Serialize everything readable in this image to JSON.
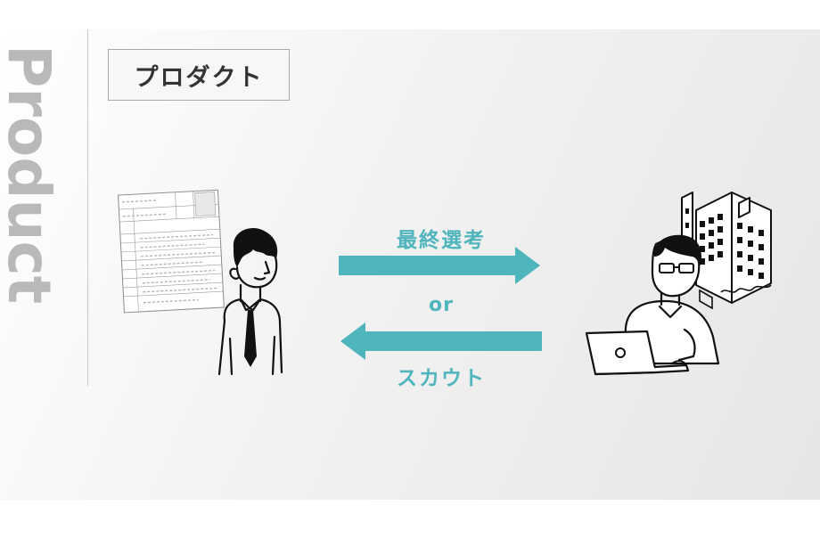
{
  "side_title": "Product",
  "badge": "プロダクト",
  "labels": {
    "top_arrow": "最終選考",
    "middle": "or",
    "bottom_arrow": "スカウト"
  },
  "icons": {
    "left": [
      "resume-document-icon",
      "job-seeker-person-icon"
    ],
    "right": [
      "recruiter-laptop-person-icon",
      "office-building-icon"
    ]
  },
  "colors": {
    "accent": "#4fb5bc",
    "side_title": "#b9b9b9",
    "divider": "#c8c8c8"
  }
}
